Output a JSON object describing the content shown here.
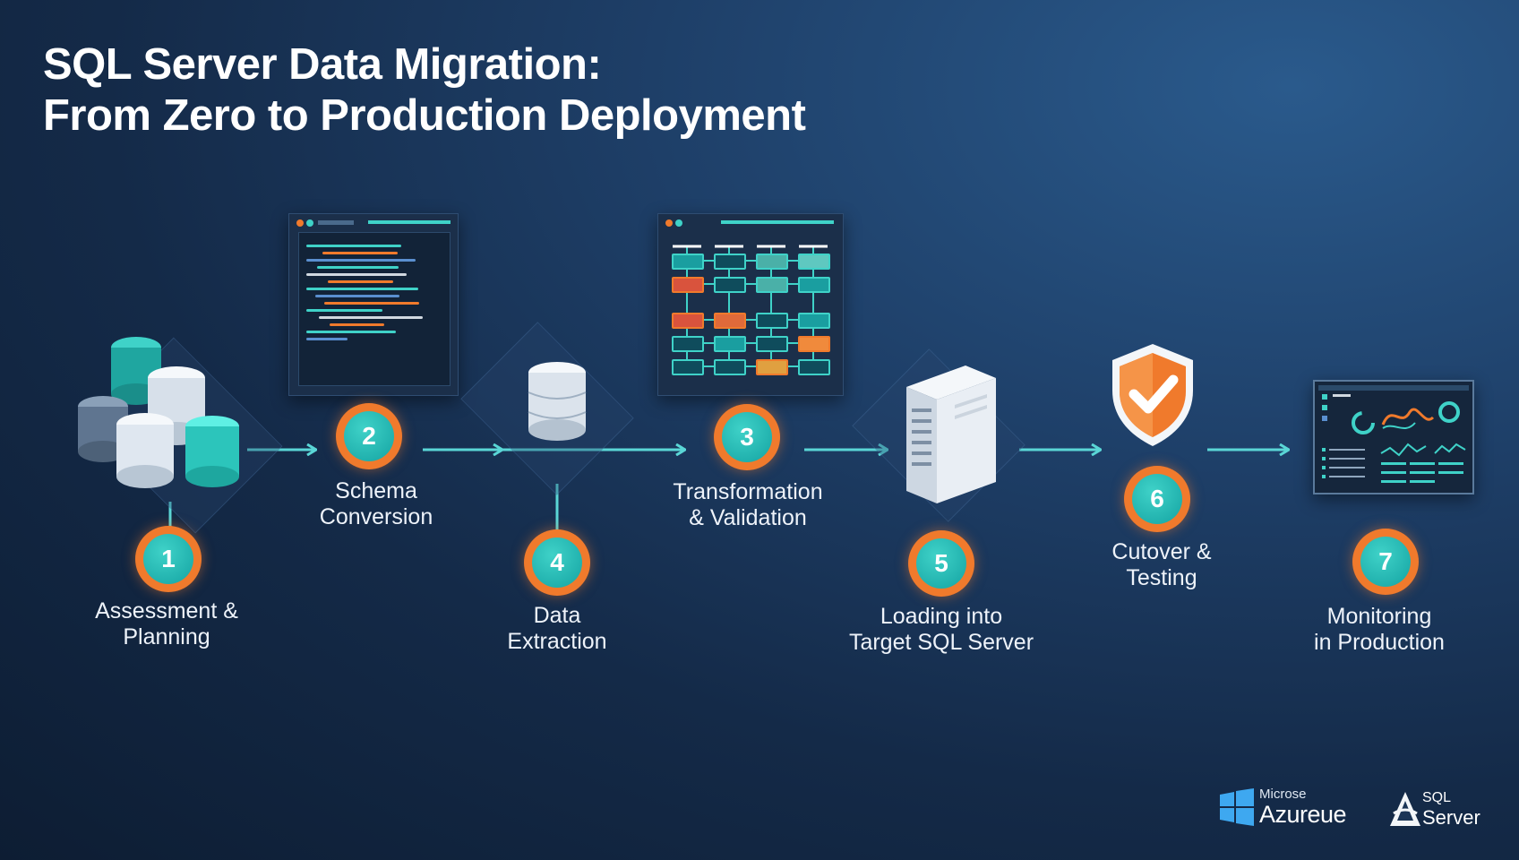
{
  "title": {
    "line1": "SQL Server Data Migration:",
    "line2": "From Zero to Production Deployment"
  },
  "steps": [
    {
      "number": "1",
      "label_line1": "Assessment &",
      "label_line2": "Planning"
    },
    {
      "number": "2",
      "label_line1": "Schema",
      "label_line2": "Conversion"
    },
    {
      "number": "3",
      "label_line1": "Transformation",
      "label_line2": "& Validation"
    },
    {
      "number": "4",
      "label_line1": "Data",
      "label_line2": "Extraction"
    },
    {
      "number": "5",
      "label_line1": "Loading into",
      "label_line2": "Target SQL Server"
    },
    {
      "number": "6",
      "label_line1": "Cutover &",
      "label_line2": "Testing"
    },
    {
      "number": "7",
      "label_line1": "Monitoring",
      "label_line2": "in Production"
    }
  ],
  "logos": {
    "azure": {
      "top": "Microse",
      "main": "Azureue"
    },
    "sql_server": {
      "top": "SQL",
      "main": "Server"
    }
  },
  "colors": {
    "accent_teal": "#3fd2c8",
    "accent_orange": "#f07a2c",
    "arrow": "#5ad6d6"
  },
  "icons": [
    "database-stack-icon",
    "code-editor-icon",
    "database-icon",
    "transform-grid-icon",
    "server-tower-icon",
    "shield-check-icon",
    "dashboard-monitor-icon"
  ]
}
